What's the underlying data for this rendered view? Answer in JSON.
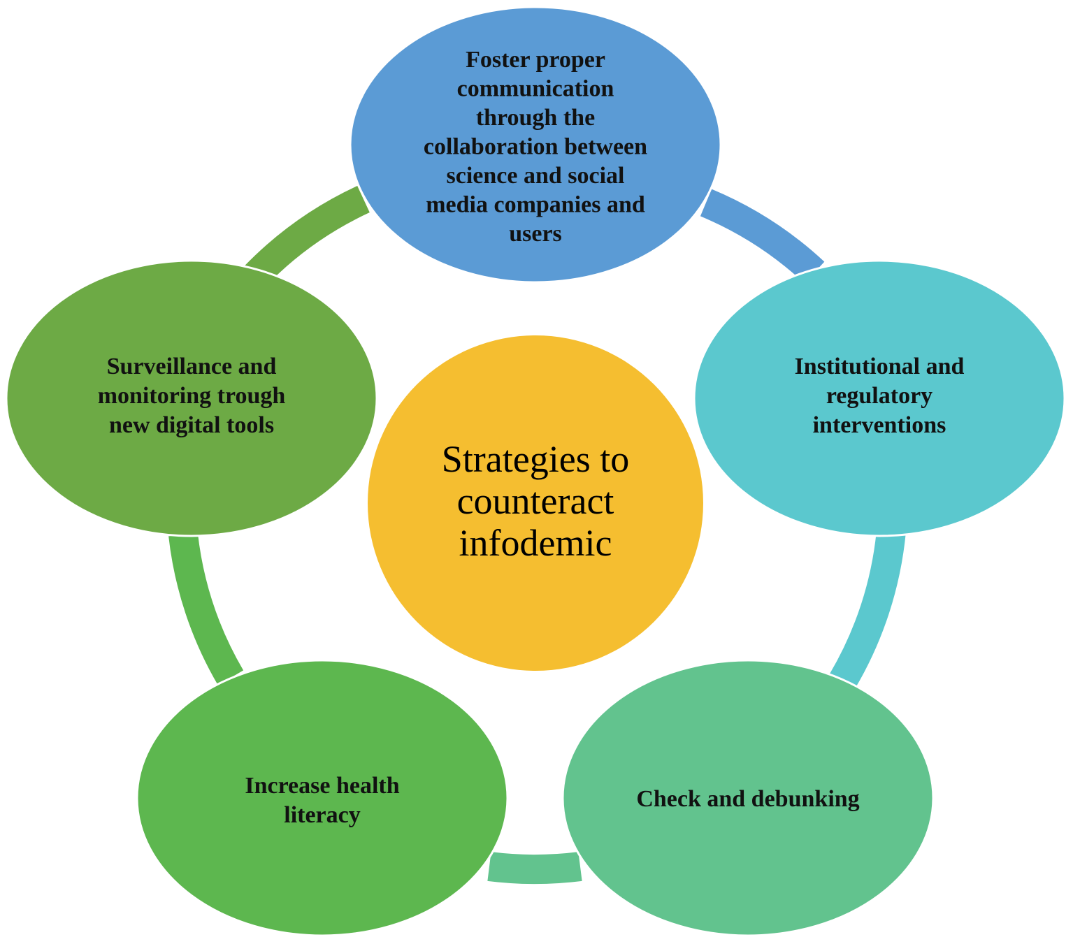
{
  "diagram": {
    "center": {
      "lines": [
        "Strategies to",
        "counteract",
        "infodemic"
      ],
      "color": "#F5BE30"
    },
    "nodes": [
      {
        "id": "top",
        "lines": [
          "Foster proper",
          "communication",
          "through the",
          "collaboration between",
          "science and social",
          "media companies and",
          "users"
        ],
        "color": "#5B9BD5"
      },
      {
        "id": "right",
        "lines": [
          "Institutional and",
          "regulatory",
          "interventions"
        ],
        "color": "#5BC8CE"
      },
      {
        "id": "bottom-right",
        "lines": [
          "Check and debunking"
        ],
        "color": "#62C38E"
      },
      {
        "id": "bottom-left",
        "lines": [
          "Increase health",
          "literacy"
        ],
        "color": "#5DB74F"
      },
      {
        "id": "left",
        "lines": [
          "Surveillance and",
          "monitoring trough",
          "new digital tools"
        ],
        "color": "#6DAA45"
      }
    ]
  }
}
